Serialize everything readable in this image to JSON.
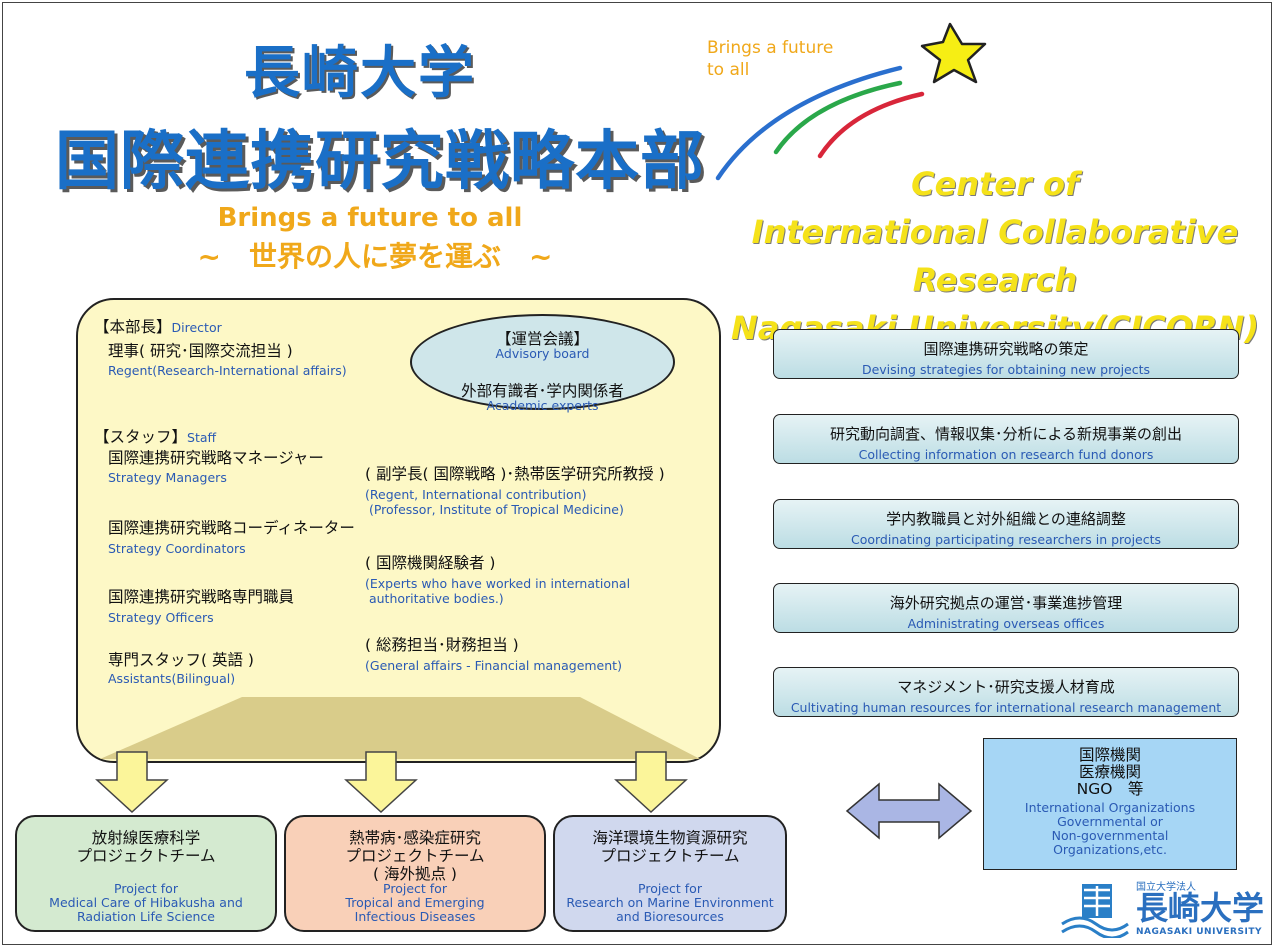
{
  "header": {
    "title_line1": "長崎大学",
    "title_line2": "国際連携研究戦略本部",
    "tagline_en": "Brings a future to all",
    "tagline_jp": "~　世界の人に夢を運ぶ　~",
    "star_caption": [
      "Brings a future",
      "to all"
    ],
    "cicorn": [
      "Center of",
      "International Collaborative Research",
      "Nagasaki University(CICORN)"
    ]
  },
  "director": {
    "label_jp": "【本部長】",
    "label_en": "Director",
    "name_jp": "理事( 研究･国際交流担当 )",
    "name_en": "Regent(Research-International affairs)"
  },
  "advisory": {
    "label_jp": "【運営会議】",
    "label_en": "Advisory board",
    "members_jp": "外部有識者･学内関係者",
    "members_en": "Academic experts"
  },
  "staff": {
    "label_jp": "【スタッフ】",
    "label_en": "Staff",
    "roles": [
      {
        "jp": "国際連携研究戦略マネージャー",
        "en": "Strategy Managers",
        "note_jp": "( 副学長( 国際戦略 )･熱帯医学研究所教授 )",
        "note_en": [
          "(Regent, International contribution)",
          " (Professor, Institute of Tropical Medicine)"
        ]
      },
      {
        "jp": "国際連携研究戦略コーディネーター",
        "en": "Strategy Coordinators",
        "note_jp": "( 国際機関経験者 )",
        "note_en": [
          "(Experts who have worked in international",
          " authoritative bodies.)"
        ]
      },
      {
        "jp": "国際連携研究戦略専門職員",
        "en": "Strategy Officers",
        "note_jp": "",
        "note_en": []
      },
      {
        "jp": "専門スタッフ( 英語 )",
        "en": "Assistants(Bilingual)",
        "note_jp": "( 総務担当･財務担当 )",
        "note_en": [
          "(General affairs - Financial management)"
        ]
      }
    ]
  },
  "tasks": [
    {
      "jp": "国際連携研究戦略の策定",
      "en": "Devising strategies for obtaining new projects"
    },
    {
      "jp": "研究動向調査、情報収集･分析による新規事業の創出",
      "en": "Collecting information on research fund donors"
    },
    {
      "jp": "学内教職員と対外組織との連絡調整",
      "en": "Coordinating participating researchers in projects"
    },
    {
      "jp": "海外研究拠点の運営･事業進捗管理",
      "en": "Administrating overseas offices"
    },
    {
      "jp": "マネジメント･研究支援人材育成",
      "en": "Cultivating human resources for international research management"
    }
  ],
  "projects": [
    {
      "jp": "放射線医療科学\nプロジェクトチーム",
      "en": "Project for\nMedical Care of Hibakusha and\nRadiation Life Science",
      "color": "#d4ead0"
    },
    {
      "jp": "熱帯病･感染症研究\nプロジェクトチーム\n( 海外拠点 )",
      "en": "Project for\nTropical and Emerging\nInfectious Diseases",
      "color": "#f9d0b8"
    },
    {
      "jp": "海洋環境生物資源研究\nプロジェクトチーム",
      "en": "Project for\nResearch on Marine Environment\nand Bioresources",
      "color": "#d0d8ee"
    }
  ],
  "organizations": {
    "jp": "国際機関\n医療機関\nNGO　等",
    "en": "International Organizations\nGovernmental or\nNon-governmental\nOrganizations,etc."
  },
  "logo": {
    "caption": "国立大学法人",
    "name": "長崎大学",
    "name_en": "NAGASAKI UNIVERSITY"
  }
}
